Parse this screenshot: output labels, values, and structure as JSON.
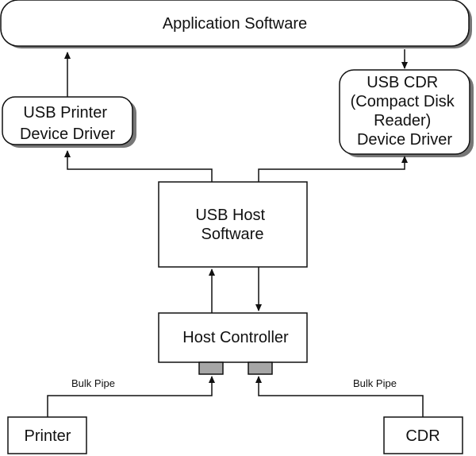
{
  "nodes": {
    "app": {
      "label": "Application Software"
    },
    "printer_driver": {
      "lines": [
        "USB Printer",
        "Device Driver"
      ]
    },
    "cdr_driver": {
      "lines": [
        "USB CDR",
        "(Compact Disk",
        "Reader)",
        "Device Driver"
      ]
    },
    "host_software": {
      "lines": [
        "USB Host",
        "Software"
      ]
    },
    "host_controller": {
      "label": "Host Controller"
    },
    "printer": {
      "label": "Printer"
    },
    "cdr": {
      "label": "CDR"
    }
  },
  "pipes": {
    "left": {
      "label": "Bulk Pipe"
    },
    "right": {
      "label": "Bulk Pipe"
    }
  },
  "colors": {
    "stroke": "#111111",
    "shadow": "#777777",
    "port": "#a6a6a6",
    "background": "#ffffff"
  }
}
